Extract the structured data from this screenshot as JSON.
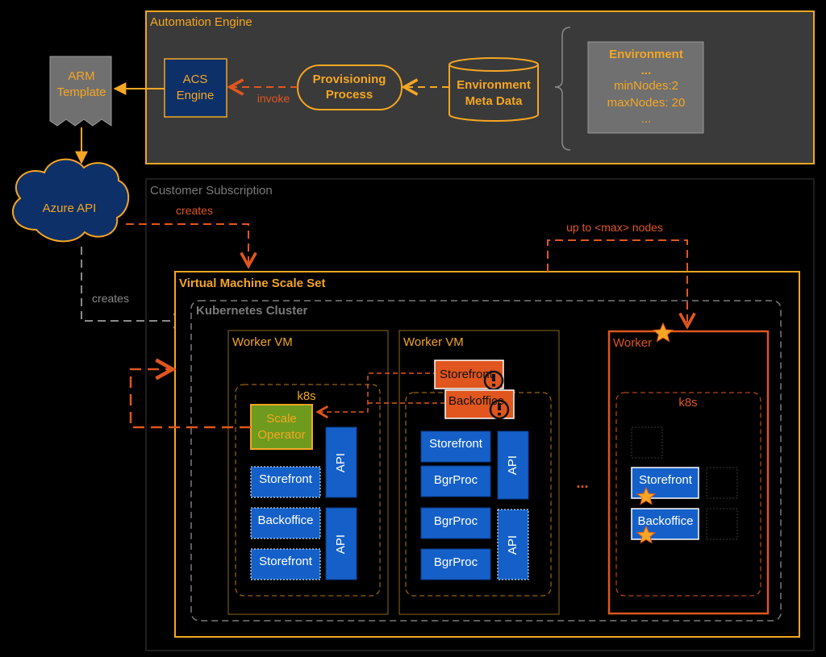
{
  "automation_engine": {
    "title": "Automation Engine",
    "acs_engine": [
      "ACS",
      "Engine"
    ],
    "invoke_label": "invoke",
    "provisioning_process": [
      "Provisioning",
      "Process"
    ],
    "environment_meta_data": [
      "Environment",
      "Meta Data"
    ],
    "environment_card": {
      "title": "Environment",
      "lines": [
        "...",
        "minNodes:2",
        "maxNodes: 20",
        "..."
      ]
    }
  },
  "arm_template": [
    "ARM",
    "Template"
  ],
  "azure_api": "Azure API",
  "creates_top": "creates",
  "creates_left": "creates",
  "customer_subscription": {
    "title": "Customer Subscription"
  },
  "vmss": {
    "title": "Virtual Machine Scale Set",
    "max_nodes_label": "up to <max> nodes",
    "kubernetes_cluster": {
      "title": "Kubernetes Cluster",
      "worker1": {
        "title": "Worker VM",
        "k8s_label": "k8s",
        "scale_operator": [
          "Scale",
          "Operator"
        ],
        "pods": [
          "Storefront",
          "Backoffice",
          "Storefront"
        ],
        "api": [
          "API",
          "API"
        ]
      },
      "worker2": {
        "title": "Worker VM",
        "overflow_pods": [
          "Storefront",
          "Backoffice"
        ],
        "pods": [
          "Storefront",
          "BgrProc",
          "BgrProc",
          "BgrProc"
        ],
        "api": [
          "API",
          "API"
        ]
      },
      "ellipsis": "...",
      "worker3": {
        "title": "Worker",
        "k8s_label": "k8s",
        "pods": [
          "Storefront",
          "Backoffice"
        ]
      }
    }
  },
  "colors": {
    "orange": "#f5a623",
    "red_orange": "#e0561e",
    "blue": "#1560c8",
    "navy": "#0d3068",
    "green": "#6e9b1e",
    "gray": "#8a8a8a"
  }
}
